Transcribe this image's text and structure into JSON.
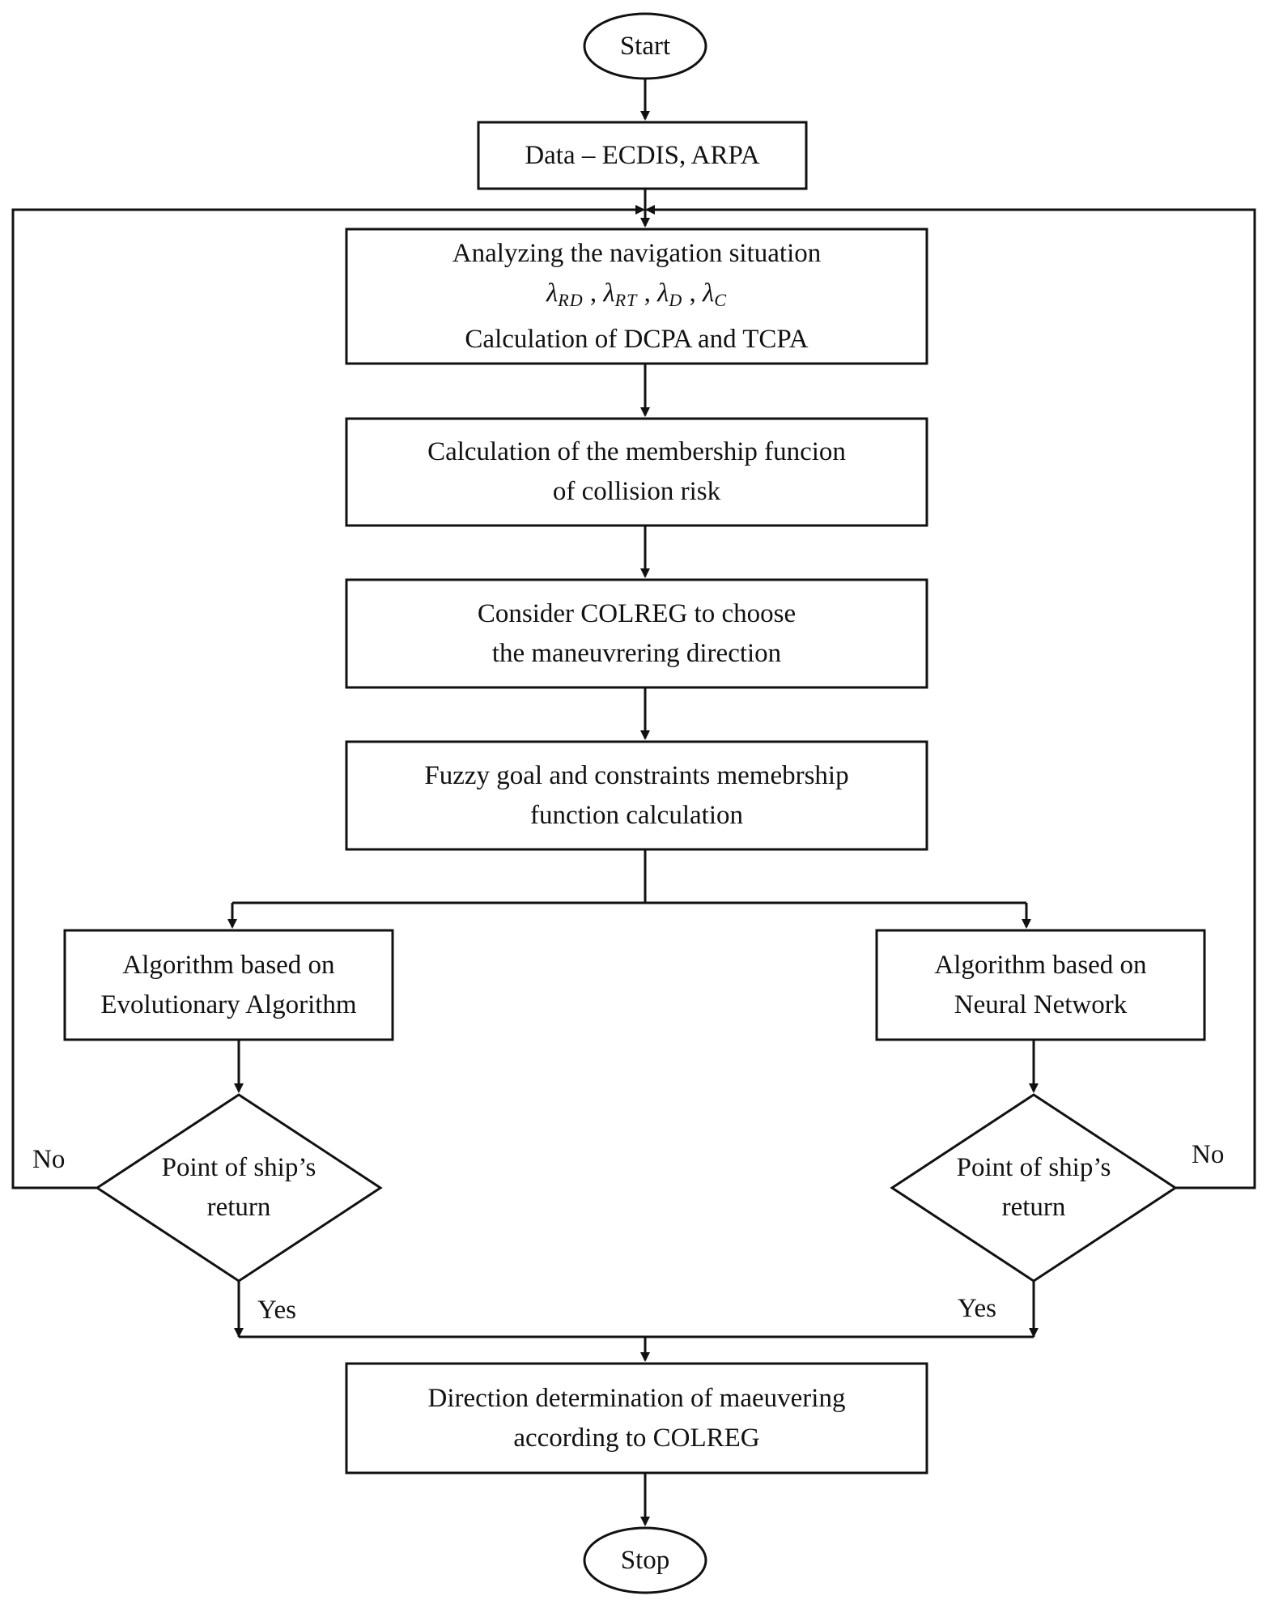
{
  "nodes": {
    "start": {
      "label": "Start"
    },
    "data": {
      "label": "Data – ECDIS, ARPA"
    },
    "analyze": {
      "line1": "Analyzing the navigation situation",
      "lambdas": [
        {
          "symbol": "λ",
          "sub": "RD"
        },
        {
          "symbol": "λ",
          "sub": "RT"
        },
        {
          "symbol": "λ",
          "sub": "D"
        },
        {
          "symbol": "λ",
          "sub": "C"
        }
      ],
      "separator": " , ",
      "line3": "Calculation of DCPA and TCPA"
    },
    "membership": {
      "line1": "Calculation of the membership funcion",
      "line2": "of collision risk"
    },
    "colreg": {
      "line1": "Consider COLREG to choose",
      "line2": "the maneuvrering direction"
    },
    "fuzzy": {
      "line1": "Fuzzy goal and constraints memebrship",
      "line2": "function calculation"
    },
    "evolutionary": {
      "line1": "Algorithm based on",
      "line2": "Evolutionary Algorithm"
    },
    "neural": {
      "line1": "Algorithm based on",
      "line2": "Neural Network"
    },
    "decision_left": {
      "line1": "Point of ship’s",
      "line2": "return"
    },
    "decision_right": {
      "line1": "Point of ship’s",
      "line2": "return"
    },
    "direction": {
      "line1": "Direction determination of maeuvering",
      "line2": "according to COLREG"
    },
    "stop": {
      "label": "Stop"
    }
  },
  "edge_labels": {
    "left_no": "No",
    "right_no": "No",
    "left_yes": "Yes",
    "right_yes": "Yes"
  },
  "colors": {
    "stroke": "#111111",
    "background": "#ffffff",
    "text": "#111111"
  }
}
